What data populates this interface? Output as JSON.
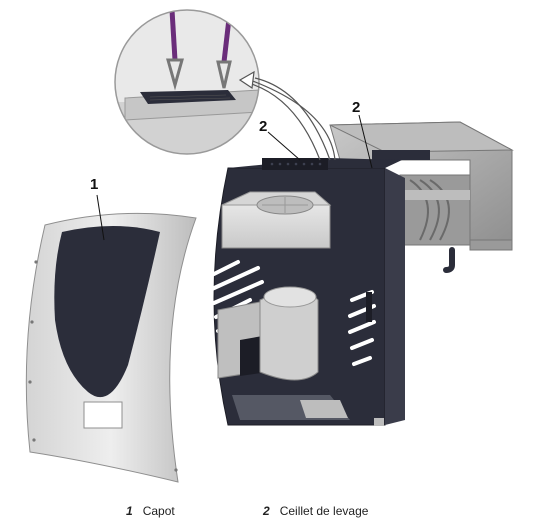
{
  "callouts": [
    {
      "number": "1"
    },
    {
      "number": "2"
    },
    {
      "number": "2"
    }
  ],
  "legend": [
    {
      "number": "1",
      "label": "Capot"
    },
    {
      "number": "2",
      "label": "Ceillet de levage"
    }
  ],
  "colors": {
    "body_dark": "#2b2d3a",
    "panel_light": "#c8c8c8",
    "panel_dark": "#5a5a62",
    "lifting_strap": "#6a2d7a",
    "frame_grey": "#a9a9a9"
  }
}
